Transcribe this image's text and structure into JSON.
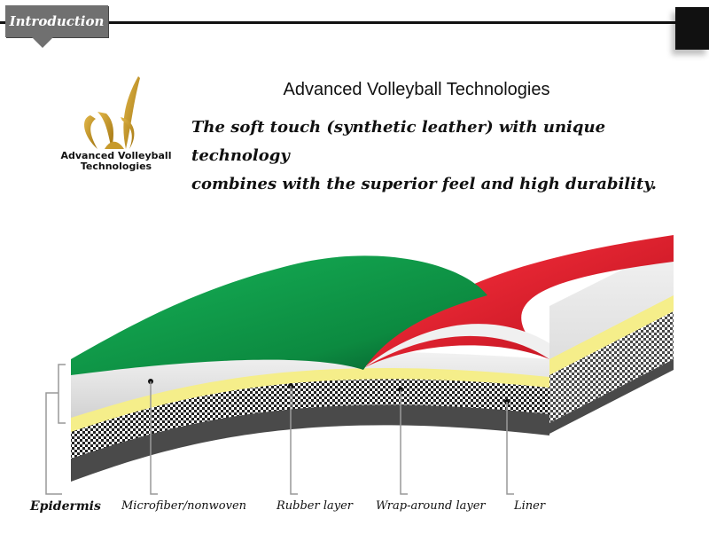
{
  "header": {
    "tab_label": "Introduction"
  },
  "brand": {
    "logo_line1": "Advanced Volleyball",
    "logo_line2": "Technologies"
  },
  "title": "Advanced Volleyball Technologies",
  "tagline": {
    "line1": "The soft touch (synthetic leather) with unique technology",
    "line2": "combines with the superior feel and high durability."
  },
  "layers": {
    "epidermis": "Epidermis",
    "microfiber": "Microfiber/nonwoven",
    "rubber": "Rubber layer",
    "wrap": "Wrap-around layer",
    "liner": "Liner"
  },
  "colors": {
    "green": "#0e9a4a",
    "red": "#e01e2c",
    "yellow": "#f5ee8a",
    "gray": "#e4e4e4",
    "dark": "#4a4a4a",
    "logo_gold": "#b98a1e"
  }
}
